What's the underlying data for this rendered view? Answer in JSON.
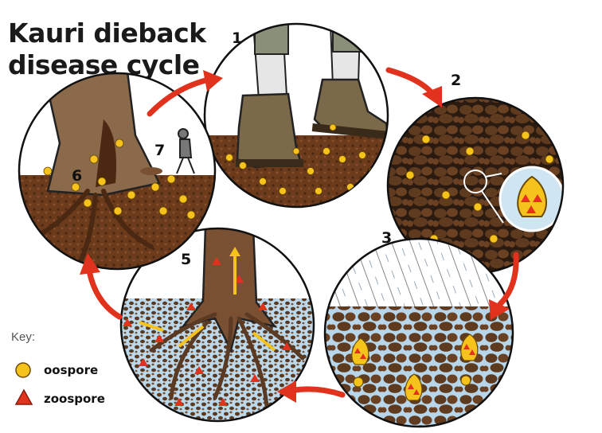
{
  "title": {
    "line1": "Kauri dieback",
    "line2": "disease cycle"
  },
  "steps": [
    {
      "number": "1"
    },
    {
      "number": "2"
    },
    {
      "number": "3"
    },
    {
      "number": "5"
    },
    {
      "number": "6"
    },
    {
      "number": "7"
    }
  ],
  "key": {
    "title": "Key:",
    "items": [
      {
        "label": "oospore",
        "icon": "yellow-circle"
      },
      {
        "label": "zoospore",
        "icon": "red-triangle"
      }
    ]
  },
  "colors": {
    "arrow": "#e0321c",
    "oospore": "#f6c21c",
    "zoospore": "#e0321c",
    "soil": "#6b3b1c",
    "water": "#bcd9ec"
  }
}
